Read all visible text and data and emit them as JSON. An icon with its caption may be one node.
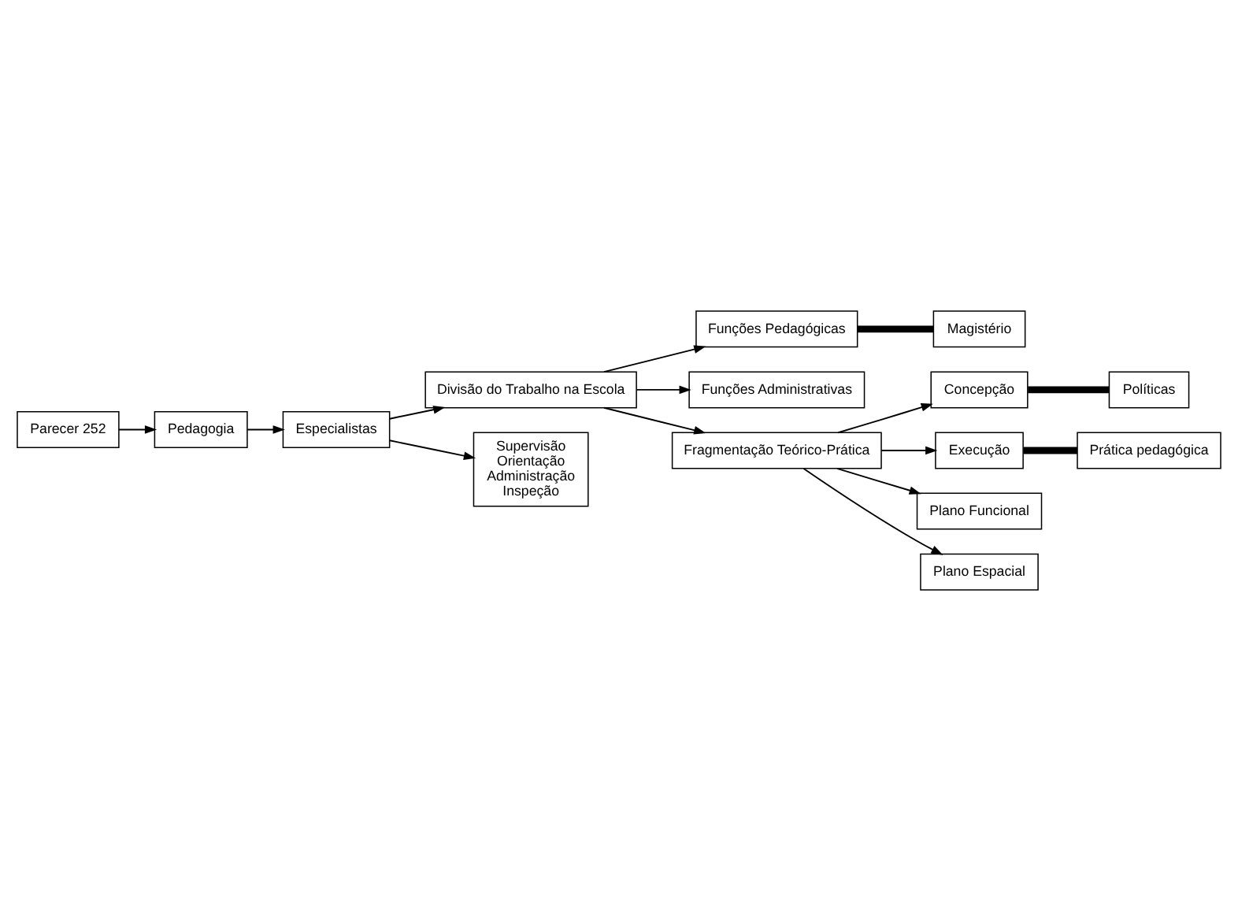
{
  "diagram": {
    "nodes": [
      {
        "text": [
          "Parecer 252"
        ]
      },
      {
        "text": [
          "Pedagogia"
        ]
      },
      {
        "text": [
          "Especialistas"
        ]
      },
      {
        "text": [
          "Divisão do Trabalho na Escola"
        ]
      },
      {
        "text": [
          "Magistério"
        ]
      },
      {
        "text": [
          "Funções Pedagógicas"
        ]
      },
      {
        "text": [
          "Funções Administrativas"
        ]
      },
      {
        "text": [
          "Supervisão",
          "Orientação",
          "Administração",
          "Inspeção"
        ]
      },
      {
        "text": [
          "Fragmentação Teórico-Prática"
        ]
      },
      {
        "text": [
          "Políticas"
        ]
      },
      {
        "text": [
          "Concepção"
        ]
      },
      {
        "text": [
          "Execução"
        ]
      },
      {
        "text": [
          "Plano Funcional"
        ]
      },
      {
        "text": [
          "Plano Espacial"
        ]
      },
      {
        "text": [
          "Prática pedagógica"
        ]
      }
    ],
    "edges": [
      {
        "from": 0,
        "to": 1,
        "arrow": "to"
      },
      {
        "from": 1,
        "to": 2,
        "arrow": "to"
      },
      {
        "from": 2,
        "to": 3,
        "arrow": "to"
      },
      {
        "from": 2,
        "to": 7,
        "arrow": "to"
      },
      {
        "from": 3,
        "to": 5,
        "arrow": "to"
      },
      {
        "from": 3,
        "to": 6,
        "arrow": "to"
      },
      {
        "from": 5,
        "to": 4,
        "arrow": "none",
        "style": "thick"
      },
      {
        "from": 3,
        "to": 8,
        "arrow": "to"
      },
      {
        "from": 8,
        "to": 10,
        "arrow": "to"
      },
      {
        "from": 8,
        "to": 11,
        "arrow": "to"
      },
      {
        "from": 10,
        "to": 9,
        "arrow": "none",
        "style": "thick"
      },
      {
        "from": 11,
        "to": 14,
        "arrow": "none",
        "style": "thick"
      },
      {
        "from": 8,
        "to": 12,
        "arrow": "to"
      },
      {
        "from": 8,
        "to": 13,
        "arrow": "to"
      }
    ]
  }
}
